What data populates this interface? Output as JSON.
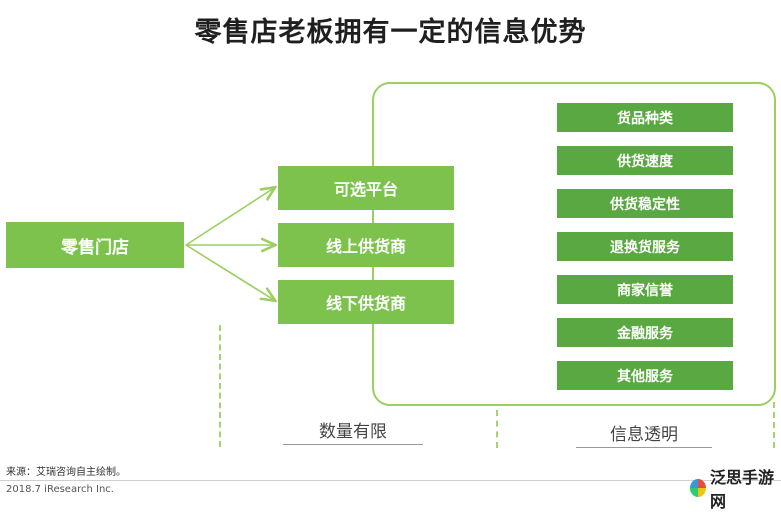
{
  "title": "零售店老板拥有一定的信息优势",
  "store": "零售门店",
  "channels": [
    "可选平台",
    "线上供货商",
    "线下供货商"
  ],
  "advantages": [
    "货品种类",
    "供货速度",
    "供货稳定性",
    "退换货服务",
    "商家信誉",
    "金融服务",
    "其他服务"
  ],
  "captions": {
    "left": "数量有限",
    "right": "信息透明"
  },
  "footer": {
    "source": "来源：艾瑞咨询自主绘制。",
    "copyright": "2018.7 iResearch Inc."
  },
  "logo": {
    "text": "泛思手游网"
  },
  "colors": {
    "dark_green": "#5aa842",
    "light_green": "#7cc24c",
    "border_green": "#9bcf5f"
  }
}
